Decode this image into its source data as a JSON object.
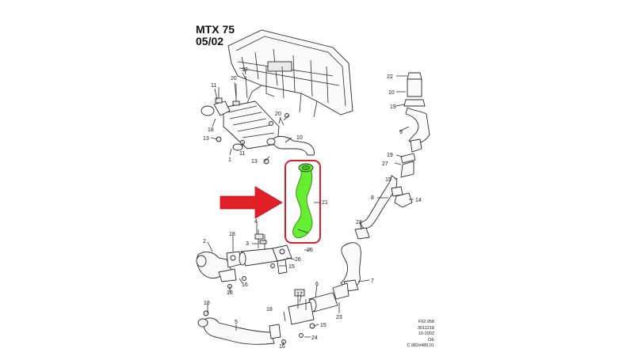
{
  "title": {
    "line1": "MTX 75",
    "line2": "05/02"
  },
  "reference": {
    "lines": [
      "F92.958",
      "3011218",
      "10-2002",
      "OE",
      "C.982#489.01"
    ]
  },
  "callouts": [
    {
      "id": "c11a",
      "label": "11"
    },
    {
      "id": "c20a",
      "label": "20"
    },
    {
      "id": "c12",
      "label": "12"
    },
    {
      "id": "c18a",
      "label": "18"
    },
    {
      "id": "c13a",
      "label": "13"
    },
    {
      "id": "c1",
      "label": "1"
    },
    {
      "id": "c11b",
      "label": "11"
    },
    {
      "id": "c20b",
      "label": "20"
    },
    {
      "id": "c10a",
      "label": "10"
    },
    {
      "id": "c13b",
      "label": "13"
    },
    {
      "id": "c22",
      "label": "22"
    },
    {
      "id": "c10b",
      "label": "10"
    },
    {
      "id": "c19a",
      "label": "19"
    },
    {
      "id": "c9",
      "label": "9"
    },
    {
      "id": "c19b",
      "label": "19"
    },
    {
      "id": "c27",
      "label": "27"
    },
    {
      "id": "c19c",
      "label": "19"
    },
    {
      "id": "c8",
      "label": "8"
    },
    {
      "id": "c14",
      "label": "14"
    },
    {
      "id": "c21",
      "label": "21"
    },
    {
      "id": "c23a",
      "label": "23"
    },
    {
      "id": "c4",
      "label": "4"
    },
    {
      "id": "c3",
      "label": "3"
    },
    {
      "id": "c2",
      "label": "2"
    },
    {
      "id": "c18b",
      "label": "18"
    },
    {
      "id": "c25",
      "label": "25"
    },
    {
      "id": "c26",
      "label": "26"
    },
    {
      "id": "c15a",
      "label": "15"
    },
    {
      "id": "c16a",
      "label": "16"
    },
    {
      "id": "c18c",
      "label": "18"
    },
    {
      "id": "c7",
      "label": "7"
    },
    {
      "id": "c6",
      "label": "6"
    },
    {
      "id": "c23b",
      "label": "23"
    },
    {
      "id": "c17",
      "label": "17"
    },
    {
      "id": "c18d",
      "label": "18"
    },
    {
      "id": "c18e",
      "label": "18"
    },
    {
      "id": "c5",
      "label": "5"
    },
    {
      "id": "c16b",
      "label": "16"
    },
    {
      "id": "c15b",
      "label": "15"
    },
    {
      "id": "c24",
      "label": "24"
    }
  ],
  "colors": {
    "highlight_fill": "#66ee33",
    "highlight_box": "#d8202a",
    "arrow": "#e01f26",
    "line": "#2b2b2b"
  },
  "icons": {
    "pointer": "red-arrow-icon"
  }
}
